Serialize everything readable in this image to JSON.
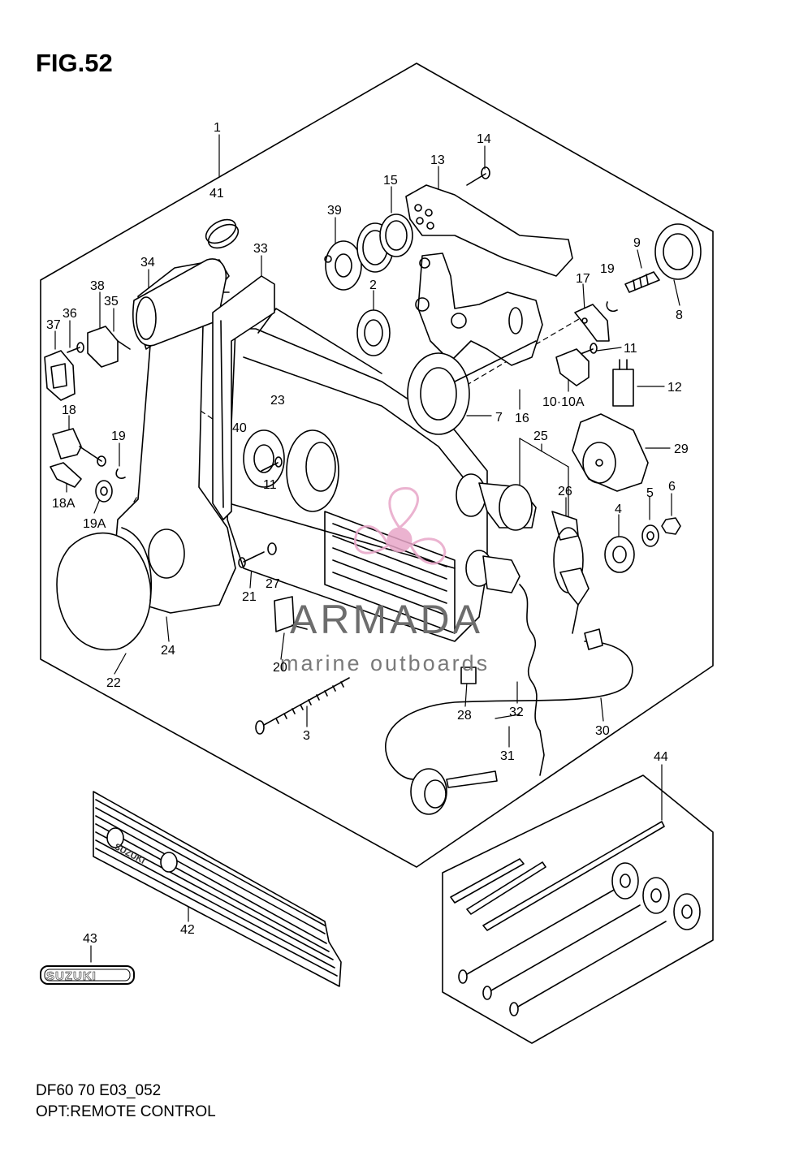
{
  "figure": {
    "title": "FIG.52",
    "model_code": "DF60 70 E03_052",
    "subtitle": "OPT:REMOTE CONTROL"
  },
  "watermark": {
    "brand": "ARMADA",
    "tagline": "marine outboards",
    "accent_color": "#e8a6c8"
  },
  "badge": {
    "text": "SUZUKI"
  },
  "part_labels": [
    {
      "id": "p1",
      "text": "1"
    },
    {
      "id": "p41",
      "text": "41"
    },
    {
      "id": "p14",
      "text": "14"
    },
    {
      "id": "p13",
      "text": "13"
    },
    {
      "id": "p15",
      "text": "15"
    },
    {
      "id": "p39",
      "text": "39"
    },
    {
      "id": "p9",
      "text": "9"
    },
    {
      "id": "p33",
      "text": "33"
    },
    {
      "id": "p34",
      "text": "34"
    },
    {
      "id": "p2",
      "text": "2"
    },
    {
      "id": "p17",
      "text": "17"
    },
    {
      "id": "p19a",
      "text": "19"
    },
    {
      "id": "p8",
      "text": "8"
    },
    {
      "id": "p38",
      "text": "38"
    },
    {
      "id": "p35",
      "text": "35"
    },
    {
      "id": "p36",
      "text": "36"
    },
    {
      "id": "p37",
      "text": "37"
    },
    {
      "id": "p11a",
      "text": "11"
    },
    {
      "id": "p12",
      "text": "12"
    },
    {
      "id": "p10",
      "text": "10·10A"
    },
    {
      "id": "p18",
      "text": "18"
    },
    {
      "id": "p23",
      "text": "23"
    },
    {
      "id": "p7",
      "text": "7"
    },
    {
      "id": "p16",
      "text": "16"
    },
    {
      "id": "p40",
      "text": "40"
    },
    {
      "id": "p19b",
      "text": "19"
    },
    {
      "id": "p25",
      "text": "25"
    },
    {
      "id": "p29",
      "text": "29"
    },
    {
      "id": "p11b",
      "text": "11"
    },
    {
      "id": "p18a",
      "text": "18A"
    },
    {
      "id": "p19ab",
      "text": "19A"
    },
    {
      "id": "p26",
      "text": "26"
    },
    {
      "id": "p5",
      "text": "5"
    },
    {
      "id": "p6",
      "text": "6"
    },
    {
      "id": "p4",
      "text": "4"
    },
    {
      "id": "p21",
      "text": "21"
    },
    {
      "id": "p27",
      "text": "27"
    },
    {
      "id": "p24",
      "text": "24"
    },
    {
      "id": "p22",
      "text": "22"
    },
    {
      "id": "p20",
      "text": "20"
    },
    {
      "id": "p28",
      "text": "28"
    },
    {
      "id": "p32",
      "text": "32"
    },
    {
      "id": "p3",
      "text": "3"
    },
    {
      "id": "p30",
      "text": "30"
    },
    {
      "id": "p31",
      "text": "31"
    },
    {
      "id": "p44",
      "text": "44"
    },
    {
      "id": "p42",
      "text": "42"
    },
    {
      "id": "p43",
      "text": "43"
    }
  ]
}
